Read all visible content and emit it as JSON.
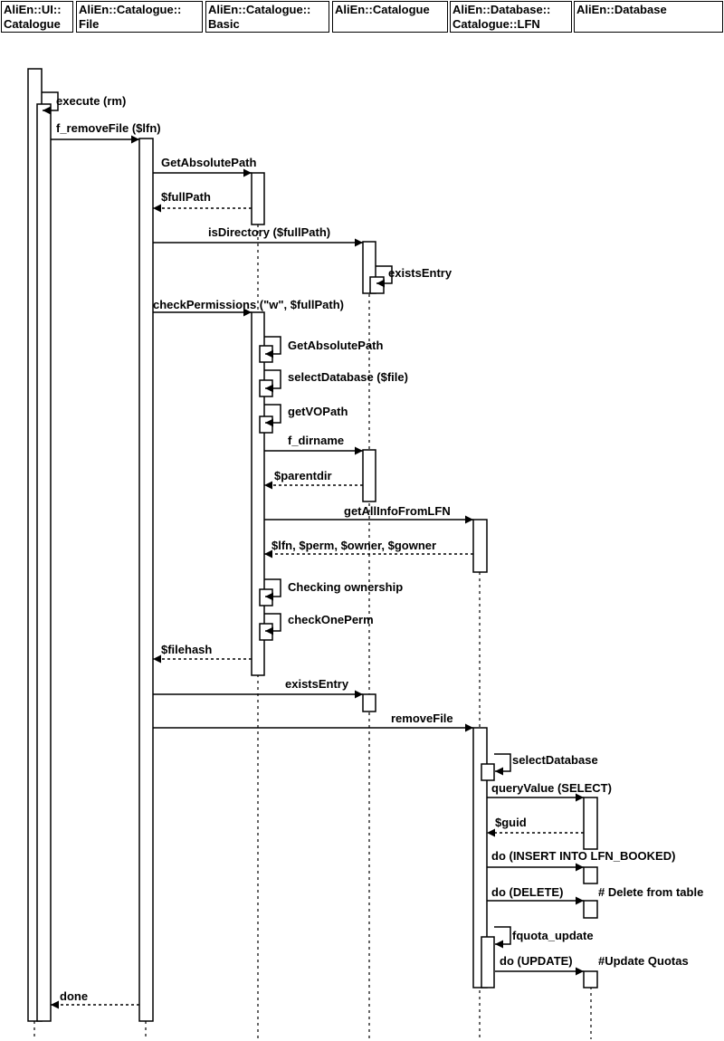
{
  "participants": [
    {
      "id": "ui",
      "lines": [
        "AliEn::UI::",
        "Catalogue"
      ]
    },
    {
      "id": "cfile",
      "lines": [
        "AliEn::Catalogue::",
        "File"
      ]
    },
    {
      "id": "cbasic",
      "lines": [
        "AliEn::Catalogue::",
        "Basic"
      ]
    },
    {
      "id": "cat",
      "lines": [
        "AliEn::Catalogue"
      ]
    },
    {
      "id": "dblfn",
      "lines": [
        "AliEn::Database::",
        "Catalogue::LFN"
      ]
    },
    {
      "id": "db",
      "lines": [
        "AliEn::Database"
      ]
    }
  ],
  "messages": [
    {
      "label": "execute (rm)"
    },
    {
      "label": "f_removeFile ($lfn)"
    },
    {
      "label": "GetAbsolutePath"
    },
    {
      "label": "$fullPath"
    },
    {
      "label": "isDirectory ($fullPath)"
    },
    {
      "label": "existsEntry"
    },
    {
      "label": "checkPermissions (\"w\", $fullPath)"
    },
    {
      "label": "GetAbsolutePath"
    },
    {
      "label": "selectDatabase ($file)"
    },
    {
      "label": "getVOPath"
    },
    {
      "label": "f_dirname"
    },
    {
      "label": "$parentdir"
    },
    {
      "label": "getAllInfoFromLFN"
    },
    {
      "label": "$lfn, $perm, $owner, $gowner"
    },
    {
      "label": "Checking ownership"
    },
    {
      "label": "checkOnePerm"
    },
    {
      "label": "$filehash"
    },
    {
      "label": "existsEntry"
    },
    {
      "label": "removeFile"
    },
    {
      "label": "selectDatabase"
    },
    {
      "label": "queryValue (SELECT)"
    },
    {
      "label": "$guid"
    },
    {
      "label": "do (INSERT INTO LFN_BOOKED)"
    },
    {
      "label": "do (DELETE)"
    },
    {
      "label": "fquota_update"
    },
    {
      "label": "do (UPDATE)"
    },
    {
      "label": "done"
    }
  ],
  "notes": [
    {
      "text": "# Delete from table"
    },
    {
      "text": "#Update Quotas"
    }
  ]
}
